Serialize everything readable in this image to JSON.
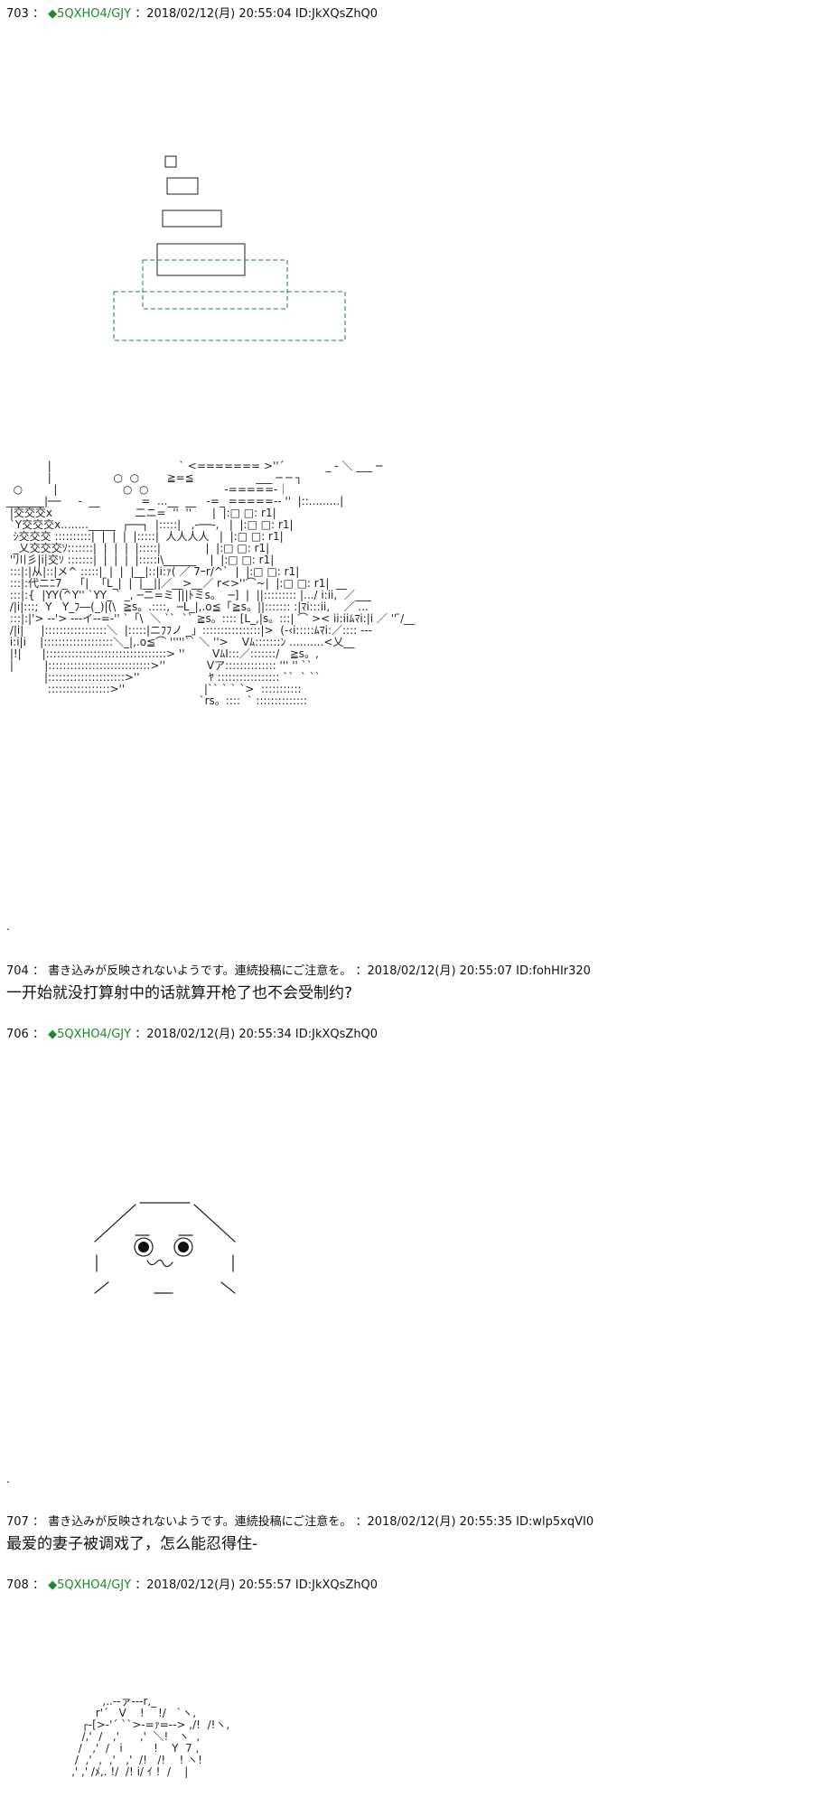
{
  "posts": [
    {
      "num": "703",
      "sep": "：",
      "trip": "◆5QXHO4/GJY",
      "date": "：2018/02/12(月) 20:55:04 ID:JkXQsZhQ0",
      "art": {
        "city_scene": "            |                                     ` <======= >''´            _ - ＼ ___ ─\n            |                  ○  ○        ≧=≦                  ___ ─ ─ ┐\n  ○         |                   ○  ○                      -=====-｜\n_______|──     -  __            =  ...__  __   -=_ =====-- ''  |::.........|\n |交交交x                        二ニ=  ''  ''      |  |:□ □: r1|\n `Y交交交x........_____  ┌──┐  |:::::|   ,-──-,   |  |:□ □: r1|\n  ｼ交交交 ::::::::::|  |  |  |  |:::::|  人人人人   |  |:□ □: r1|\n  _乂交交交ｿ:::::::|  |  |  |  |:::::|             |  |:□ □: r1|\n ''川彡|i|交ｿ :::::::|  |  |  |  |:::::i\\______    |  |:□ □: r1|\n :::|:|从|::|メ^ :::::|  |  |  |__|::|i:ｧ( ／ 7ｰr/^`  |  |:□ □: r1|\n :::|:代ニﾆ7_  「|  「L_|  |  |__||／__>__／ r<>''⌒~|  |:□ □: r1|  __\n :::|:{  |YY(^Y'' `YY_ ` _, ─ニ=ミ |||ﾄミs。  ─]  |  ||::::::::: |.../ i:ii,  ／___\n /|i|:::;  Y   Y_ﾌ―(_)|(\\  ≧s。.::::,  ─L_|,.o≦「≧s。||::::::: :|ﾏi:::ii,    ／ ...\n :::|:|'> --'> ---イ--=‐'' `「\\  ＼ ``  `` ≧s。:::: [L_,|s。:::| ⌒ >< ii:iiﾑﾏi:|i ／ '' ̄/__\n /|i|     |:::::::::::::::::＼  |:::::|ニﾌﾌノ _」::::::::::::::::|>  (-‹i:::::ﾑﾏi:／:::: ---\n i:i|i    |:::::::::::::::::::＼_|,.o≦⌒ '''''`` ＼ ''>    Vﾑ:::::::ﾝ ..........<乂__\n |!|      |:::::::::::::::::::::::::::::::::> ''        VﾑI:::／:::::::/   ≧s。,\n |         |::::::::::::::::::::::::::::>''            Vア:::::::::::::: ''' '' ``\n           |:::::::::::::::::::::>''                    ﾔ ::::::::::::::::: ``  ` ``\n            :::::::::::::::::>''                       |`` ` ` `>  :::::::::::\n                                                        `rs。::::  ` ::::::::::::::"
      }
    },
    {
      "num": "704",
      "sep": "：",
      "name": "書き込みが反映されないようです。連続投稿にご注意を。",
      "date": "：2018/02/12(月) 20:55:07 ID:fohHIr320",
      "body": "一开始就没打算射中的话就算开枪了也不会受制约?"
    },
    {
      "num": "706",
      "sep": "：",
      "trip": "◆5QXHO4/GJY",
      "date": "：2018/02/12(月) 20:55:34 ID:JkXQsZhQ0"
    },
    {
      "num": "707",
      "sep": "：",
      "name": "書き込みが反映されないようです。連続投稿にご注意を。",
      "date": "：2018/02/12(月) 20:55:35 ID:wlp5xqVI0",
      "body": "最爱的妻子被调戏了，怎么能忍得住-"
    },
    {
      "num": "708",
      "sep": "：",
      "trip": "◆5QXHO4/GJY",
      "date": "：2018/02/12(月) 20:55:57 ID:JkXQsZhQ0",
      "art": {
        "hair": "              ,..-‐ァ-‐-r,_\n            r'´   V    !    !/   `ヽ,\n        ┌-[>-'´ ``>-=ｧ=--> ,/!  /!ヽ,\n        /,'  /   ,'      ,'  ＼!   ヽ  ,\n       /   ,'  /   i         !    Y  7 ,\n      /  ,'  ,  ,'   ,'  /!   /!    ! ヽ!\n     ,' ,' /ﾒ,. !/  /! i/ ｲ !  /    |"
      }
    }
  ],
  "dots": [
    "."
  ]
}
